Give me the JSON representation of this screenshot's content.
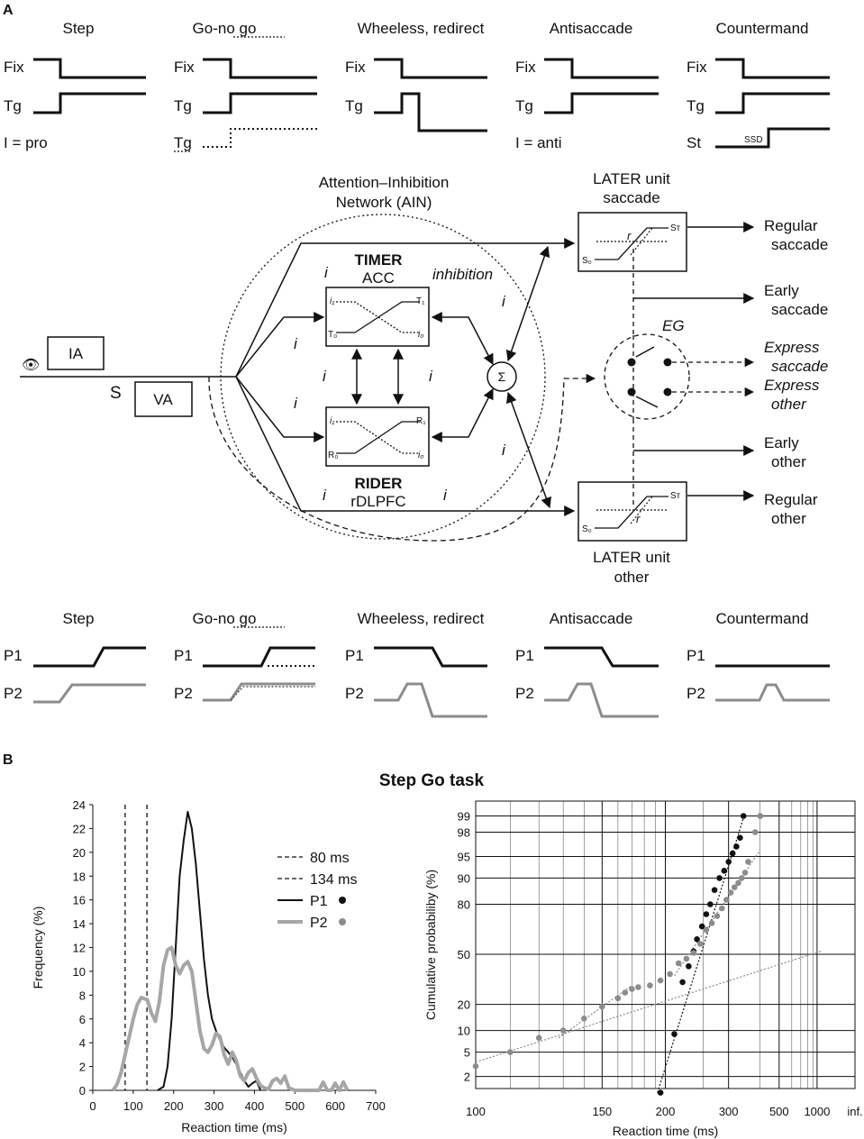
{
  "panel_a": {
    "label": "A",
    "top_tasks": [
      {
        "title": "Step",
        "rows": [
          "Fix",
          "Tg",
          "I = pro"
        ]
      },
      {
        "title": "Go-no go",
        "title_main": "Go-",
        "title_dotted": "no go",
        "rows": [
          "Fix",
          "Tg",
          "Tg"
        ]
      },
      {
        "title": "Wheeless, redirect",
        "rows": [
          "Fix",
          "Tg"
        ]
      },
      {
        "title": "Antisaccade",
        "rows": [
          "Fix",
          "Tg",
          "I = anti"
        ]
      },
      {
        "title": "Countermand",
        "rows": [
          "Fix",
          "Tg",
          "St"
        ],
        "ssd": "SSD"
      }
    ],
    "network": {
      "title_line1": "Attention–Inhibition",
      "title_line2": "Network (AIN)",
      "timer": "TIMER",
      "timer_area": "ACC",
      "rider": "RIDER",
      "rider_area": "rDLPFC",
      "inhibition": "inhibition",
      "i": "i",
      "sigma": "Σ",
      "ia": "IA",
      "va": "VA",
      "s": "S",
      "t1": "T₁",
      "t0": "T₀",
      "i1": "i₁",
      "i0": "i₀",
      "r1": "R₁",
      "r0": "R₀"
    },
    "later_saccade": {
      "line1": "LATER unit",
      "line2": "saccade",
      "st": "Sᴛ",
      "s0": "S₀",
      "r": "r"
    },
    "later_other": {
      "line1": "LATER unit",
      "line2": "other",
      "st": "Sᴛ",
      "s0": "S₀",
      "r": "r"
    },
    "eg": "EG",
    "outputs": [
      {
        "line1": "Regular",
        "line2": "saccade",
        "italic": false
      },
      {
        "line1": "Early",
        "line2": "saccade",
        "italic": false
      },
      {
        "line1": "Express",
        "line2": "saccade",
        "italic": true
      },
      {
        "line1": "Express",
        "line2": "other",
        "italic": true
      },
      {
        "line1": "Early",
        "line2": "other",
        "italic": false
      },
      {
        "line1": "Regular",
        "line2": "other",
        "italic": false
      }
    ],
    "bottom_tasks": [
      {
        "title": "Step",
        "rows": [
          "P1",
          "P2"
        ]
      },
      {
        "title": "Go-no go",
        "title_main": "Go-",
        "title_dotted": "no go",
        "rows": [
          "P1",
          "P2"
        ]
      },
      {
        "title": "Wheeless, redirect",
        "rows": [
          "P1",
          "P2"
        ]
      },
      {
        "title": "Antisaccade",
        "rows": [
          "P1",
          "P2"
        ]
      },
      {
        "title": "Countermand",
        "rows": [
          "P1",
          "P2"
        ]
      }
    ]
  },
  "panel_b": {
    "label": "B",
    "title": "Step Go task"
  },
  "chart_data": [
    {
      "type": "line",
      "title": "Step Go task",
      "xlabel": "Reaction time (ms)",
      "ylabel": "Frequency (%)",
      "xlim": [
        0,
        700
      ],
      "ylim": [
        0,
        24
      ],
      "x_ticks": [
        0,
        100,
        200,
        300,
        400,
        500,
        600,
        700
      ],
      "y_ticks": [
        0,
        2,
        4,
        6,
        8,
        10,
        12,
        14,
        16,
        18,
        20,
        22,
        24
      ],
      "grid": false,
      "legend_placement": "right",
      "vlines": [
        {
          "name": "80 ms",
          "x": 80
        },
        {
          "name": "134 ms",
          "x": 134
        }
      ],
      "series": [
        {
          "name": "P1",
          "color": "#111111",
          "x": [
            160,
            175,
            185,
            195,
            205,
            215,
            225,
            235,
            245,
            255,
            265,
            275,
            285,
            295,
            305,
            315,
            325,
            335,
            345,
            355,
            365,
            375,
            385,
            395,
            405,
            415
          ],
          "y": [
            0,
            0.3,
            2,
            6,
            12,
            18,
            21,
            23.4,
            22,
            19,
            15,
            11,
            8,
            6,
            5,
            4.2,
            3.6,
            3.2,
            2.8,
            2.2,
            1.5,
            0.8,
            0.3,
            0.6,
            0.8,
            0
          ]
        },
        {
          "name": "P2",
          "color": "#a6a6a6",
          "x": [
            50,
            60,
            70,
            80,
            90,
            100,
            110,
            120,
            135,
            145,
            155,
            165,
            175,
            185,
            195,
            205,
            215,
            225,
            235,
            245,
            255,
            265,
            275,
            285,
            295,
            305,
            315,
            325,
            335,
            345,
            355,
            365,
            375,
            385,
            395,
            405,
            415,
            425,
            435,
            445,
            455,
            465,
            475,
            485,
            500,
            560,
            570,
            580,
            590,
            600,
            610,
            620,
            630
          ],
          "y": [
            0,
            0.5,
            1.5,
            3,
            4.5,
            6,
            7.2,
            7.8,
            7.6,
            6.5,
            5.8,
            7.5,
            10.5,
            11.8,
            12,
            10.5,
            9.8,
            10.5,
            10.8,
            10,
            7.5,
            5,
            3.5,
            3.2,
            3.8,
            4.8,
            4.5,
            3,
            2.2,
            3.2,
            2.5,
            1.2,
            0.8,
            1.5,
            1.8,
            1,
            0.4,
            0.2,
            0.1,
            0.8,
            1,
            0.6,
            1.2,
            0.2,
            0,
            0,
            0.7,
            0,
            0,
            0.6,
            0,
            0.7,
            0
          ]
        }
      ]
    },
    {
      "type": "scatter",
      "xlabel": "Reaction time (ms)",
      "ylabel": "Cumulative probabiliby (%)",
      "x_scale": "reciprocal",
      "x_tick_labels": [
        "100",
        "150",
        "200",
        "300",
        "500",
        "1000",
        "inf."
      ],
      "x_ticks": [
        100,
        150,
        200,
        300,
        500,
        1000
      ],
      "y_scale": "probit",
      "y_tick_labels": [
        "2",
        "5",
        "10",
        "20",
        "50",
        "80",
        "90",
        "95",
        "98",
        "99"
      ],
      "y_ticks": [
        2,
        5,
        10,
        20,
        50,
        80,
        90,
        95,
        98,
        99
      ],
      "grid": true,
      "series": [
        {
          "name": "P1",
          "color": "#111111",
          "x": [
            195,
            210,
            220,
            228,
            235,
            240,
            248,
            255,
            262,
            270,
            280,
            290,
            300,
            310,
            320,
            330,
            340
          ],
          "y": [
            1,
            9,
            32,
            42,
            52,
            60,
            68,
            75,
            80,
            86,
            90,
            92,
            94,
            95.5,
            96.5,
            97.5,
            99
          ]
        },
        {
          "name": "P2",
          "color": "#8c8c8c",
          "x": [
            100,
            110,
            120,
            130,
            140,
            150,
            160,
            165,
            170,
            175,
            185,
            195,
            205,
            215,
            225,
            235,
            245,
            255,
            265,
            275,
            285,
            295,
            305,
            315,
            325,
            335,
            345,
            355,
            380,
            400
          ],
          "y": [
            3,
            5,
            8,
            10,
            14,
            19,
            23,
            26,
            28,
            29,
            30,
            33,
            37,
            44,
            47,
            51,
            57,
            66,
            70,
            74,
            78,
            82,
            85,
            87,
            88.5,
            90,
            91.5,
            94,
            98,
            99
          ]
        }
      ]
    }
  ]
}
